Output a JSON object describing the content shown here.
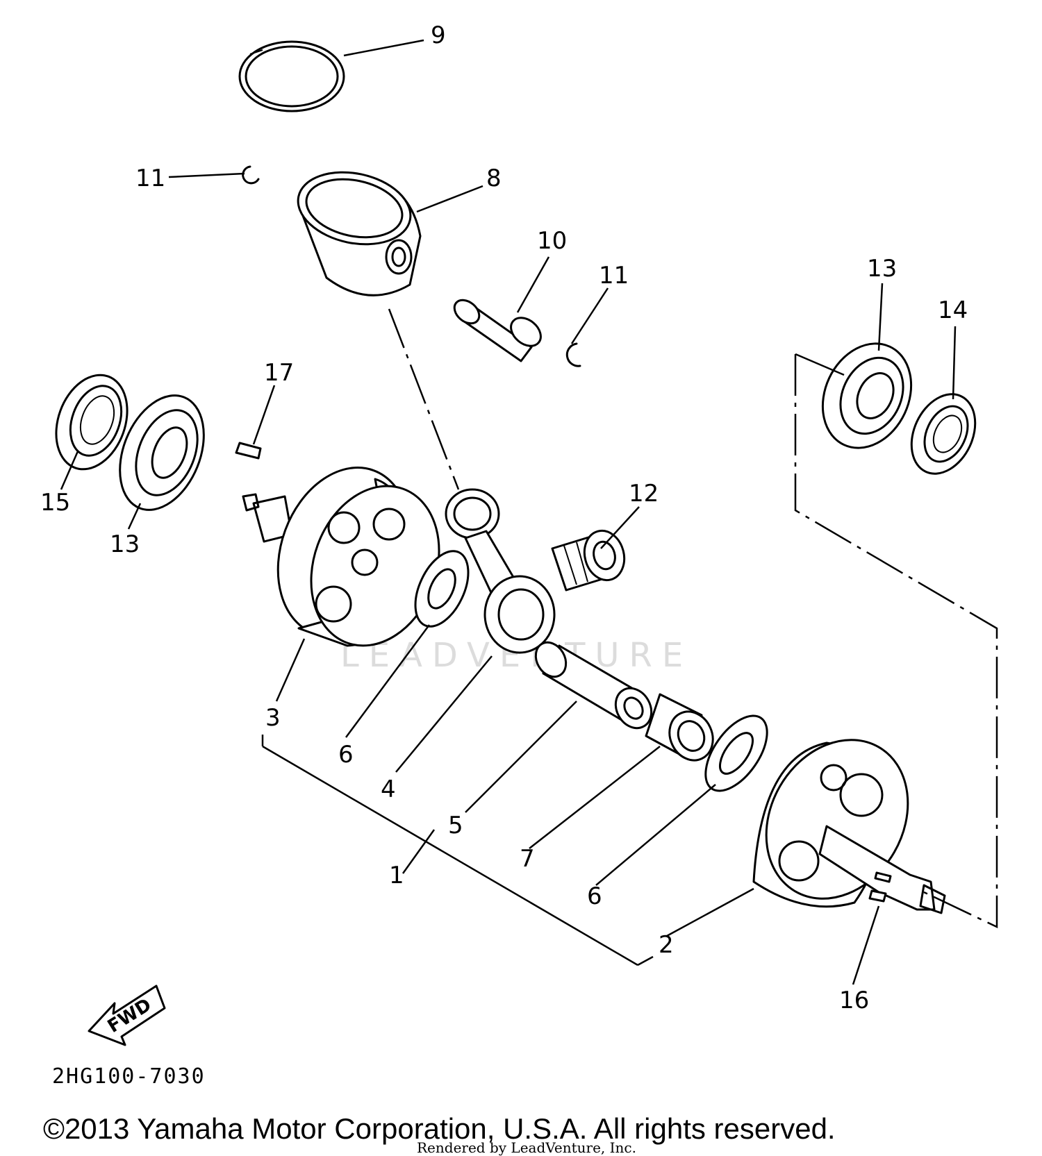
{
  "callouts": {
    "c1": "1",
    "c2": "2",
    "c3": "3",
    "c4": "4",
    "c5": "5",
    "c6a": "6",
    "c6b": "6",
    "c7": "7",
    "c8": "8",
    "c9": "9",
    "c10": "10",
    "c11a": "11",
    "c11b": "11",
    "c12": "12",
    "c13a": "13",
    "c13b": "13",
    "c14": "14",
    "c15": "15",
    "c16": "16",
    "c17": "17"
  },
  "fwd_label": "FWD",
  "diagram_code": "2HG100-7030",
  "copyright": "©2013 Yamaha Motor Corporation, U.S.A. All rights reserved.",
  "rendered_by": "Rendered by LeadVenture, Inc.",
  "watermark": "LEADVENTURE"
}
